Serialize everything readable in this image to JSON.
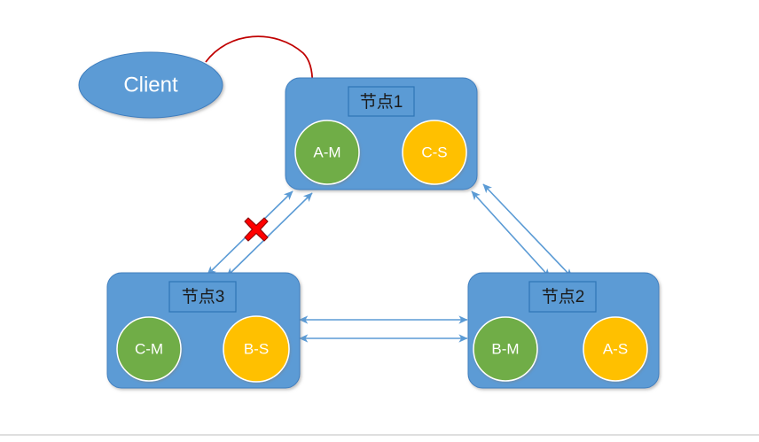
{
  "diagram": {
    "background_color": "#ffffff",
    "node_fill": "#5B9BD5",
    "node_stroke": "#3f7fbf",
    "master_color": "#70AD47",
    "slave_color": "#FFC000",
    "arrow_color": "#5B9BD5",
    "request_arrow_color": "#C00000",
    "fail_mark_color": "#FF0000",
    "label_box_stroke": "#2E75B6",
    "footer_rule_color": "#bfbfbf",
    "client": {
      "label": "Client",
      "shape": "ellipse"
    },
    "nodes": [
      {
        "id": "node1",
        "title": "节点1",
        "circles": [
          {
            "label": "A-M",
            "role": "master",
            "color": "#70AD47"
          },
          {
            "label": "C-S",
            "role": "slave",
            "color": "#FFC000"
          }
        ]
      },
      {
        "id": "node3",
        "title": "节点3",
        "circles": [
          {
            "label": "C-M",
            "role": "master",
            "color": "#70AD47"
          },
          {
            "label": "B-S",
            "role": "slave",
            "color": "#FFC000"
          }
        ]
      },
      {
        "id": "node2",
        "title": "节点2",
        "circles": [
          {
            "label": "B-M",
            "role": "master",
            "color": "#70AD47"
          },
          {
            "label": "A-S",
            "role": "slave",
            "color": "#FFC000"
          }
        ]
      }
    ],
    "links": [
      {
        "from": "node1",
        "to": "node3",
        "style": "double-arrow-pair",
        "state": "broken"
      },
      {
        "from": "node1",
        "to": "node2",
        "style": "double-arrow-pair",
        "state": "ok"
      },
      {
        "from": "node3",
        "to": "node2",
        "style": "double-arrow-pair",
        "state": "ok"
      }
    ],
    "request": {
      "from": "client",
      "to": "node1.A-M",
      "style": "curved-arrow",
      "color": "#C00000"
    },
    "fail_mark": {
      "glyph": "✖",
      "on_link": "node1-node3"
    }
  }
}
